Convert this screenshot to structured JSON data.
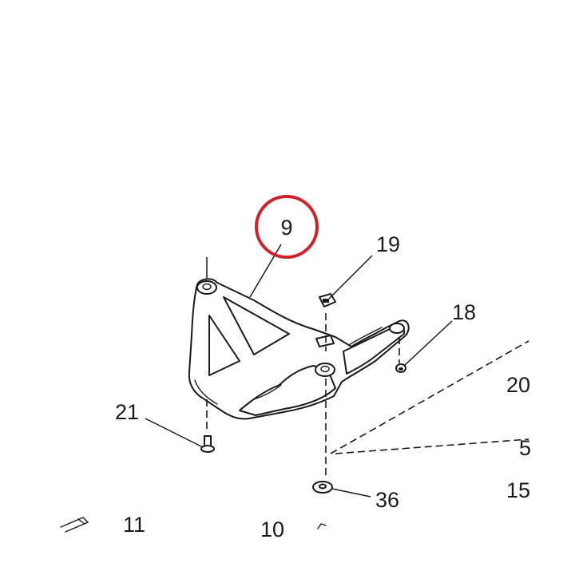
{
  "highlight_color": "#d0202a",
  "line_color": "#1a1a1a",
  "callouts": {
    "c9": "9",
    "c19": "19",
    "c18": "18",
    "c21": "21",
    "c36": "36",
    "c20": "20",
    "c5": "5",
    "c15": "15",
    "c11": "11",
    "c10": "10"
  },
  "highlighted_callout": "9"
}
